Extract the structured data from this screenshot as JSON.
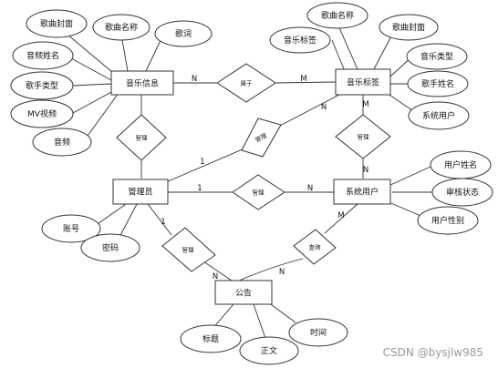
{
  "entities": {
    "music_info": "音乐信息",
    "music_tag": "音乐标签",
    "admin": "管理员",
    "system_user": "系统用户",
    "notice": "公告"
  },
  "relations": {
    "belongs": "属于",
    "manage_info": "管理",
    "manage_tag": "管理",
    "manage_user": "管理",
    "manage_user_tag": "管理",
    "manage_notice": "管理",
    "query": "查询"
  },
  "attributes": {
    "music_info": [
      "歌曲封面",
      "歌曲名称",
      "歌词",
      "音频姓名",
      "歌手类型",
      "MV视频",
      "音频"
    ],
    "music_tag": [
      "歌曲名称",
      "音乐标签",
      "歌曲封面",
      "音乐类型",
      "歌手姓名",
      "系统用户"
    ],
    "system_user": [
      "用户姓名",
      "审核状态",
      "用户性别"
    ],
    "admin": [
      "账号",
      "密码"
    ],
    "notice": [
      "标题",
      "正文",
      "时间"
    ]
  },
  "cardinality": {
    "info_belongs": "N",
    "belongs_tag": "M",
    "admin_manage_tag": "1",
    "manage_tag_n": "N",
    "tag_manage_m": "M",
    "manage_user_n": "N",
    "admin_1": "1",
    "user_n": "N",
    "admin_notice": "1",
    "notice_manage_n": "N",
    "notice_query_n": "N",
    "query_user_m": "M"
  },
  "watermark": "CSDN @bysjlw985"
}
